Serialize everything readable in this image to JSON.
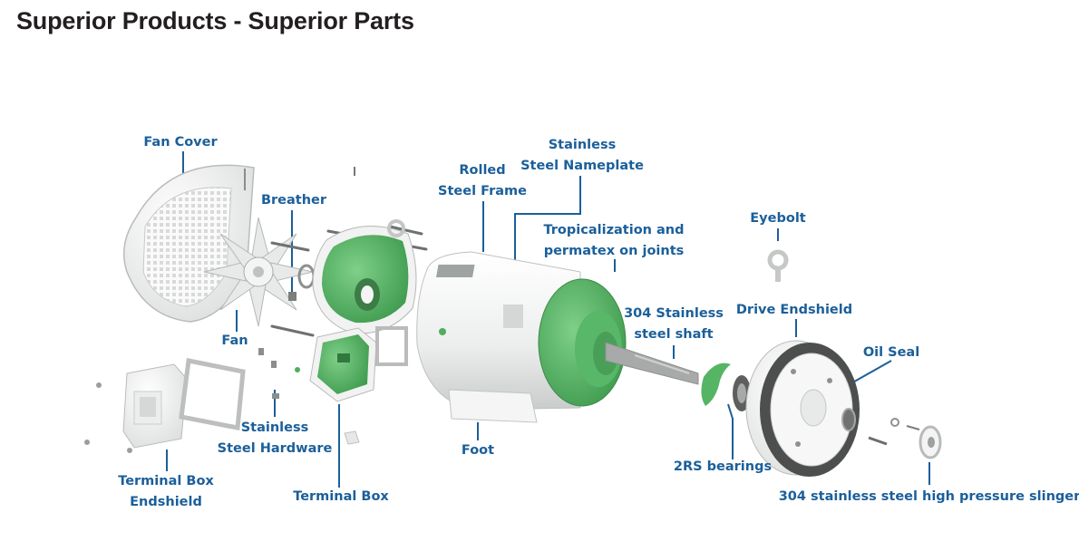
{
  "title": "Superior Products - Superior Parts",
  "colors": {
    "label": "#1b5f9a",
    "leader": "#1b5f9a",
    "part_green": "#57b867",
    "part_white": "#f5f6f5",
    "title": "#231f20"
  },
  "labels": {
    "fan_cover": [
      "Fan Cover"
    ],
    "breather": [
      "Breather"
    ],
    "fan": [
      "Fan"
    ],
    "rolled_steel_frame": [
      "Rolled",
      "Steel Frame"
    ],
    "stainless_steel_nameplate": [
      "Stainless",
      "Steel Nameplate"
    ],
    "tropicalization": [
      "Tropicalization and",
      "permatex on joints"
    ],
    "eyebolt": [
      "Eyebolt"
    ],
    "shaft": [
      "304 Stainless",
      "steel shaft"
    ],
    "drive_endshield": [
      "Drive Endshield"
    ],
    "oil_seal": [
      "Oil Seal"
    ],
    "stainless_steel_hardware": [
      "Stainless",
      "Steel Hardware"
    ],
    "terminal_box_endshield": [
      "Terminal Box",
      "Endshield"
    ],
    "terminal_box": [
      "Terminal Box"
    ],
    "foot": [
      "Foot"
    ],
    "bearings": [
      "2RS bearings"
    ],
    "slinger": [
      "304 stainless steel high pressure slinger"
    ]
  }
}
